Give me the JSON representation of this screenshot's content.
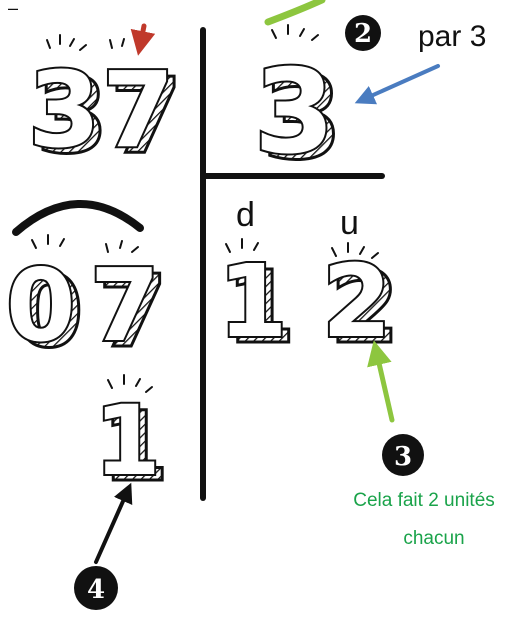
{
  "dividend": {
    "tens": "3",
    "units": "7"
  },
  "divisor": "3",
  "remainder_row": {
    "tens": "0",
    "units": "7"
  },
  "final_remainder": "1",
  "quotient": {
    "tens_header": "d",
    "units_header": "u",
    "tens": "1",
    "units": "2"
  },
  "step2": {
    "number": "2",
    "text": "par 3"
  },
  "step3": {
    "number": "3",
    "text_line1": "Cela fait 2 unités",
    "text_line2": "chacun"
  },
  "step4": {
    "number": "4"
  },
  "top_mark": "–",
  "colors": {
    "green": "#1aa34a",
    "blue": "#4a7cc0",
    "red": "#c0392b",
    "ink": "#111111"
  }
}
